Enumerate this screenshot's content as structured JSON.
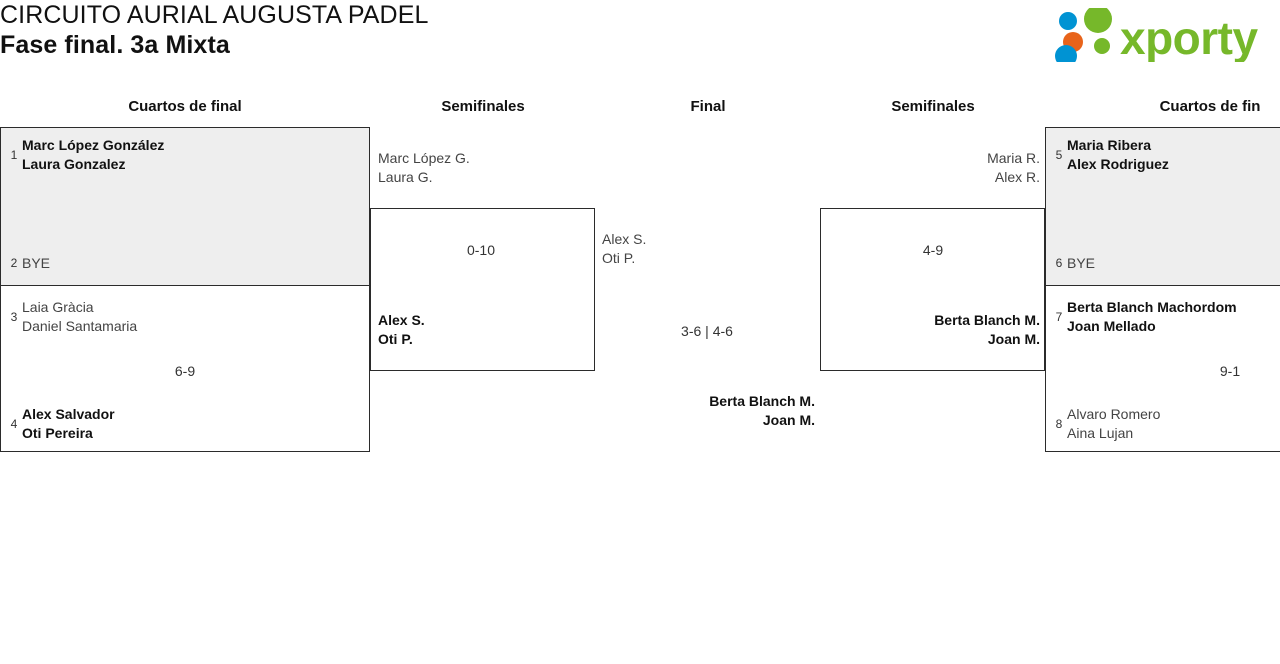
{
  "header": {
    "tournament_name": "CIRCUITO AURIAL AUGUSTA PADEL",
    "phase": "Fase final. 3a Mixta",
    "logo_text": "xporty",
    "logo_colors": {
      "green": "#76b82a",
      "orange": "#e8631a",
      "blue": "#0093d3"
    }
  },
  "rounds": [
    {
      "id": "qf-left",
      "label": "Cuartos de final"
    },
    {
      "id": "sf-left",
      "label": "Semifinales"
    },
    {
      "id": "final",
      "label": "Final"
    },
    {
      "id": "sf-right",
      "label": "Semifinales"
    },
    {
      "id": "qf-right",
      "label": "Cuartos de fin"
    }
  ],
  "matches": {
    "qf_left_1": {
      "score": "",
      "top": {
        "seed": "1",
        "line1": "Marc López González",
        "line2": "Laura Gonzalez",
        "result": "winner"
      },
      "bottom": {
        "seed": "2",
        "line1": "BYE",
        "line2": "",
        "result": "bye"
      }
    },
    "qf_left_2": {
      "score": "6-9",
      "top": {
        "seed": "3",
        "line1": "Laia Gràcia",
        "line2": "Daniel Santamaria",
        "result": "loser"
      },
      "bottom": {
        "seed": "4",
        "line1": "Alex Salvador",
        "line2": "Oti Pereira",
        "result": "winner"
      }
    },
    "sf_left": {
      "score": "0-10",
      "top": {
        "seed": "",
        "line1": "Marc López G.",
        "line2": "Laura G.",
        "result": "loser"
      },
      "bottom": {
        "seed": "",
        "line1": "Alex S.",
        "line2": "Oti P.",
        "result": "winner"
      }
    },
    "final": {
      "score": "3-6 | 4-6",
      "top": {
        "seed": "",
        "line1": "Alex S.",
        "line2": "Oti P.",
        "result": "loser"
      },
      "bottom": {
        "seed": "",
        "line1": "Berta Blanch M.",
        "line2": "Joan M.",
        "result": "winner"
      }
    },
    "sf_right": {
      "score": "4-9",
      "top": {
        "seed": "",
        "line1": "Maria R.",
        "line2": "Alex R.",
        "result": "loser"
      },
      "bottom": {
        "seed": "",
        "line1": "Berta Blanch M.",
        "line2": "Joan M.",
        "result": "winner"
      }
    },
    "qf_right_1": {
      "score": "",
      "top": {
        "seed": "5",
        "line1": "Maria Ribera",
        "line2": "Alex Rodriguez",
        "result": "winner"
      },
      "bottom": {
        "seed": "6",
        "line1": "BYE",
        "line2": "",
        "result": "bye"
      }
    },
    "qf_right_2": {
      "score": "9-1",
      "top": {
        "seed": "7",
        "line1": "Berta Blanch Machordom",
        "line2": "Joan Mellado",
        "result": "winner"
      },
      "bottom": {
        "seed": "8",
        "line1": "Alvaro Romero",
        "line2": "Aina Lujan",
        "result": "loser"
      }
    }
  }
}
